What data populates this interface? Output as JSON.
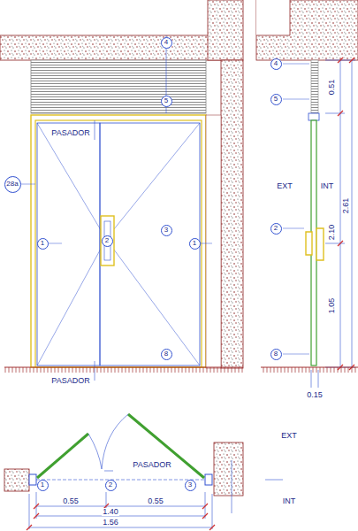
{
  "diagram": {
    "nodes": [
      {
        "text": [
          "4"
        ]
      },
      {
        "text": [
          "4"
        ]
      },
      {
        "text": [
          "5"
        ]
      },
      {
        "text": [
          "5"
        ]
      },
      {
        "text": [
          "28a"
        ]
      },
      {
        "text": [
          "3"
        ]
      },
      {
        "text": [
          "2"
        ]
      },
      {
        "text": [
          "1"
        ]
      },
      {
        "text": [
          "2"
        ]
      },
      {
        "text": [
          "1"
        ]
      },
      {
        "text": [
          "8"
        ]
      },
      {
        "text": [
          "8"
        ]
      },
      {
        "text": [
          "1"
        ]
      },
      {
        "text": [
          "2"
        ]
      },
      {
        "text": [
          "3"
        ]
      }
    ],
    "labels": [
      "PASADOR",
      "EXT",
      "INT",
      "0.51",
      "2.61",
      "2.10",
      "1.05",
      "PASADOR",
      "0.15",
      "EXT",
      "PASADOR",
      "INT",
      "0.55",
      "0.55",
      "1.40",
      "1.56"
    ]
  }
}
